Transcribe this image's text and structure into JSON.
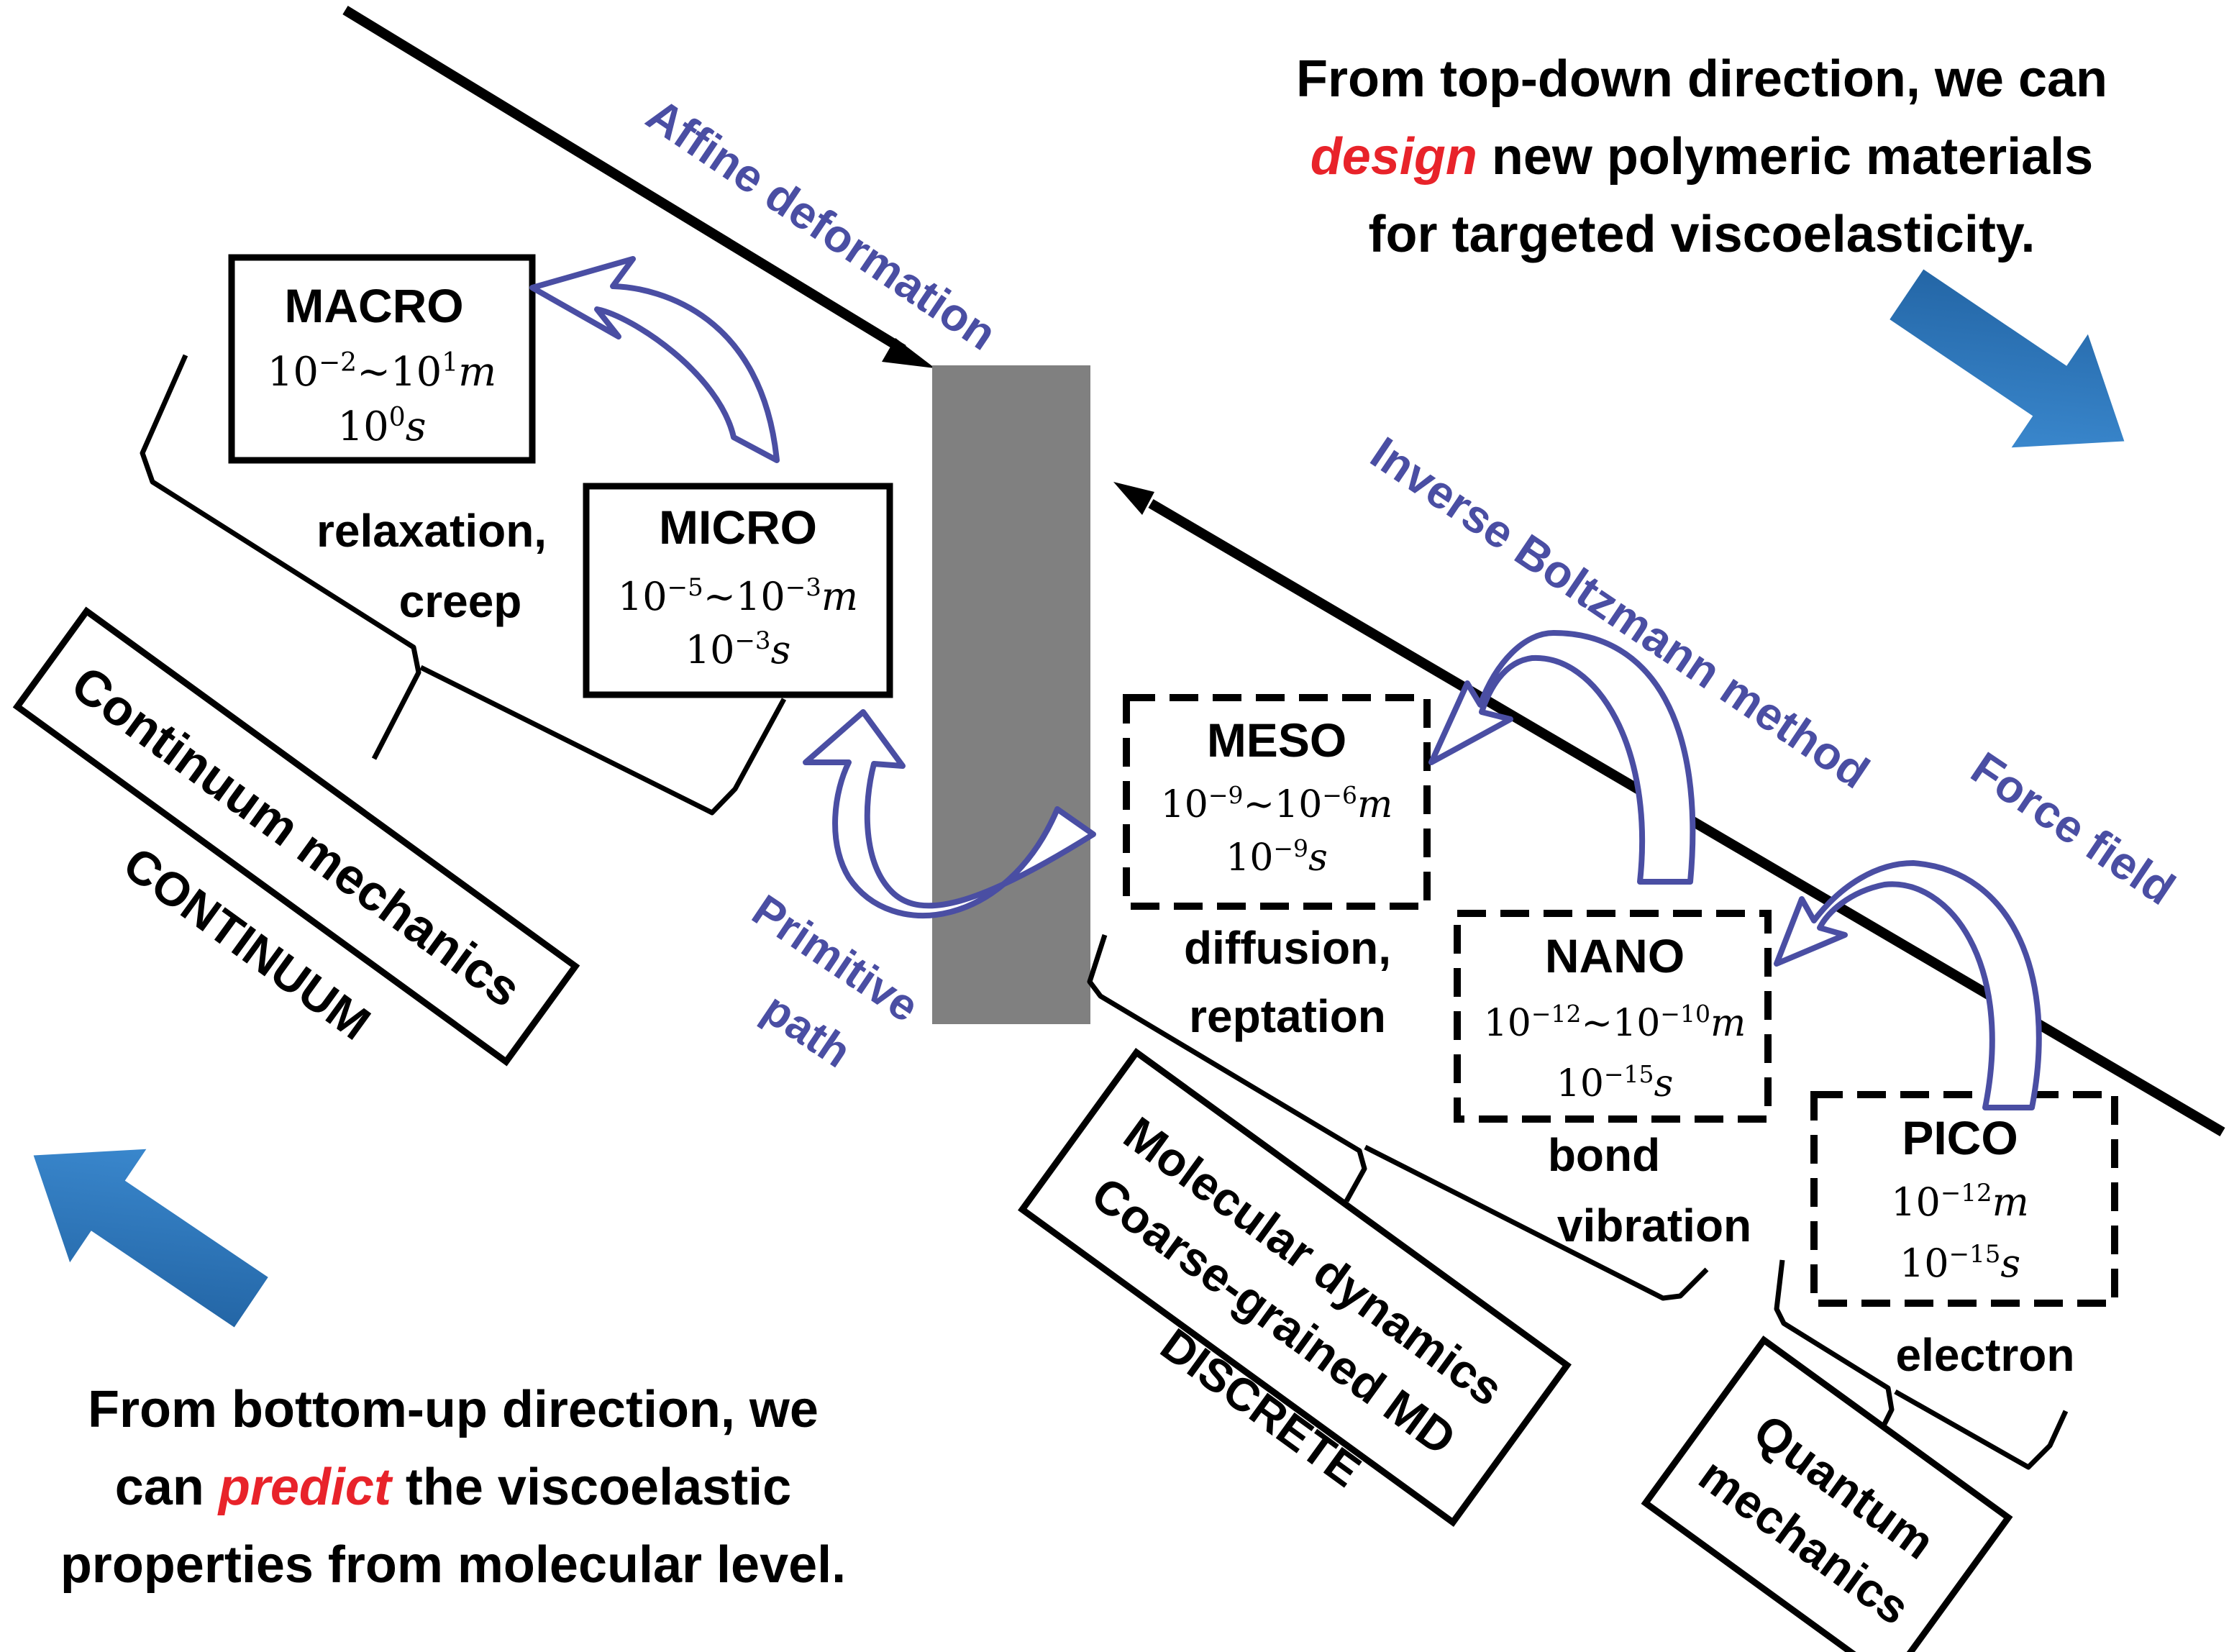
{
  "scales": {
    "macro": {
      "name": "MACRO",
      "length": "10",
      "length_exp1": "−2",
      "length_mid": "~10",
      "length_exp2": "1",
      "length_unit": "m",
      "time": "10",
      "time_exp": "0",
      "time_unit": "s"
    },
    "micro": {
      "name": "MICRO",
      "length": "10",
      "length_exp1": "−5",
      "length_mid": "~10",
      "length_exp2": "−3",
      "length_unit": "m",
      "time": "10",
      "time_exp": "−3",
      "time_unit": "s"
    },
    "meso": {
      "name": "MESO",
      "length": "10",
      "length_exp1": "−9",
      "length_mid": "~10",
      "length_exp2": "−6",
      "length_unit": "m",
      "time": "10",
      "time_exp": "−9",
      "time_unit": "s"
    },
    "nano": {
      "name": "NANO",
      "length": "10",
      "length_exp1": "−12",
      "length_mid": "~10",
      "length_exp2": "−10",
      "length_unit": "m",
      "time": "10",
      "time_exp": "−15",
      "time_unit": "s"
    },
    "pico": {
      "name": "PICO",
      "length": "10",
      "length_exp1": "−12",
      "length_unit": "m",
      "time": "10",
      "time_exp": "−15",
      "time_unit": "s"
    }
  },
  "phenomena": {
    "relaxation": [
      "relaxation,",
      "creep"
    ],
    "diffusion": [
      "diffusion,",
      "reptation"
    ],
    "bond": [
      "bond",
      "vibration"
    ],
    "electron": "electron"
  },
  "methods": {
    "affine": "Affine deformation",
    "primitive": [
      "Primitive",
      "path"
    ],
    "inverse_boltzmann": "Inverse Boltzmann method",
    "force_field": "Force field"
  },
  "categories": {
    "continuum_box": "Continuum mechanics",
    "continuum_label": "CONTINUUM",
    "md_box": [
      "Molecular dynamics",
      "Coarse-grained MD"
    ],
    "discrete_label": "DISCRETE",
    "quantum_box": [
      "Quantum",
      "mechanics"
    ]
  },
  "top_down": {
    "line1": "From top-down direction, we can",
    "line2_highlight": "design",
    "line2_rest": " new polymeric materials",
    "line3": "for targeted viscoelasticity."
  },
  "bottom_up": {
    "line1": "From bottom-up direction, we",
    "line2_pre": "can ",
    "line2_highlight": "predict",
    "line2_rest": " the viscoelastic",
    "line3": "properties from molecular level."
  },
  "colors": {
    "method_blue": "#4a4ea3",
    "highlight_red": "#e8232a",
    "bar_gray": "#808080",
    "block_arrow_blue": "#2f75b6"
  }
}
